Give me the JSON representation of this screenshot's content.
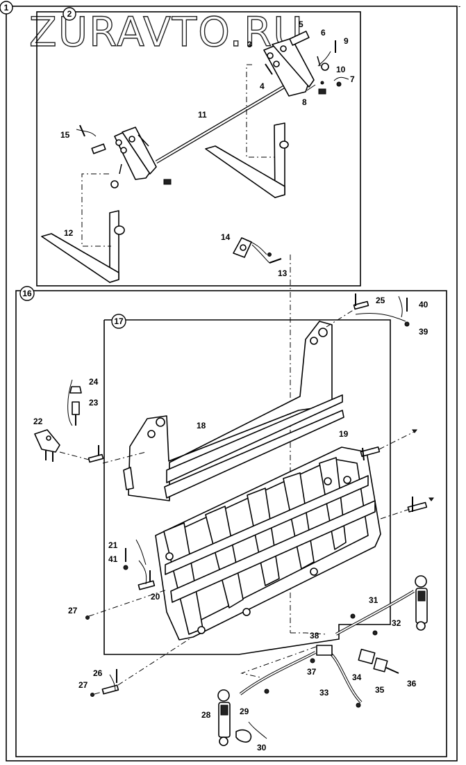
{
  "watermark": "ZURAVTO.RU",
  "corner_mark": "-",
  "assemblies": [
    "1",
    "2",
    "16",
    "17"
  ],
  "parts": [
    "2",
    "3",
    "4",
    "5",
    "6",
    "7",
    "8",
    "9",
    "10",
    "11",
    "12",
    "13",
    "14",
    "15",
    "16",
    "17",
    "18",
    "19",
    "20",
    "21",
    "22",
    "23",
    "24",
    "25",
    "26",
    "27",
    "27",
    "28",
    "29",
    "30",
    "31",
    "32",
    "33",
    "34",
    "35",
    "36",
    "37",
    "38",
    "39",
    "40",
    "41"
  ]
}
